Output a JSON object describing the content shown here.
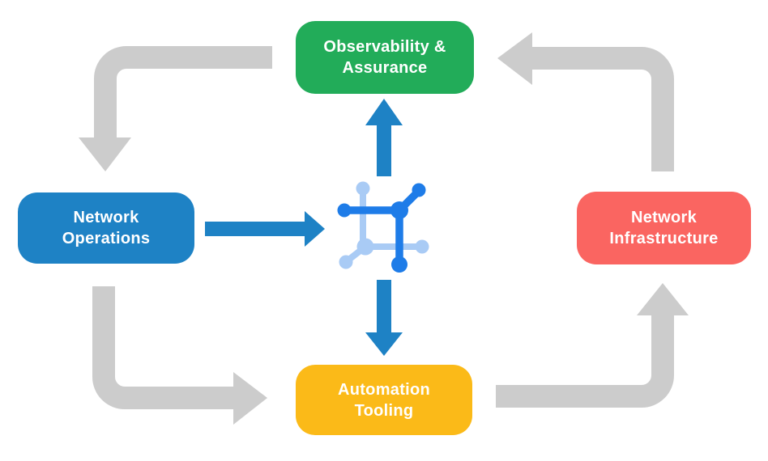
{
  "diagram": {
    "name": "network-automation-cycle-diagram"
  },
  "colors": {
    "background": "#ffffff",
    "green": "#22AC59",
    "blue": "#1E82C5",
    "red": "#FA6561",
    "yellow": "#FBBA18",
    "gray_arrow": "#CCCCCC",
    "icon_dark_blue": "#1E7CE8",
    "icon_light_blue": "#A9CBF5",
    "label_text": "#FFFFFF"
  },
  "nodes": {
    "observability": {
      "line1": "Observability &",
      "line2": "Assurance"
    },
    "operations": {
      "line1": "Network",
      "line2": "Operations"
    },
    "infrastructure": {
      "line1": "Network",
      "line2": "Infrastructure"
    },
    "automation": {
      "line1": "Automation",
      "line2": "Tooling"
    }
  },
  "icons": {
    "center": "network-nodes-icon"
  }
}
